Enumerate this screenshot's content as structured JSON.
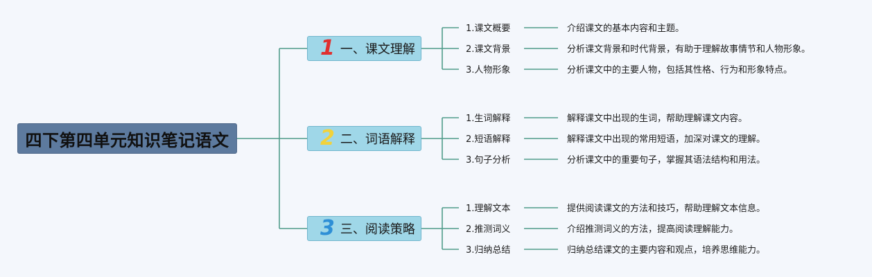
{
  "root": {
    "title": "四下第四单元知识笔记语文"
  },
  "branches": [
    {
      "number": "1",
      "label": "一、课文理解",
      "number_color": "#e0302f",
      "items": [
        {
          "label": "1.课文概要",
          "description": "介绍课文的基本内容和主题。"
        },
        {
          "label": "2.课文背景",
          "description": "分析课文背景和时代背景，有助于理解故事情节和人物形象。"
        },
        {
          "label": "3.人物形象",
          "description": "分析课文中的主要人物，包括其性格、行为和形象特点。"
        }
      ]
    },
    {
      "number": "2",
      "label": "二、词语解释",
      "number_color": "#f2d23a",
      "items": [
        {
          "label": "1.生词解释",
          "description": "解释课文中出现的生词，帮助理解课文内容。"
        },
        {
          "label": "2.短语解释",
          "description": "解释课文中出现的常用短语，加深对课文的理解。"
        },
        {
          "label": "3.句子分析",
          "description": "分析课文中的重要句子，掌握其语法结构和用法。"
        }
      ]
    },
    {
      "number": "3",
      "label": "三、阅读策略",
      "number_color": "#2e8fd6",
      "items": [
        {
          "label": "1.理解文本",
          "description": "提供阅读课文的方法和技巧，帮助理解文本信息。"
        },
        {
          "label": "2.推测词义",
          "description": "介绍推测词义的方法，提高阅读理解能力。"
        },
        {
          "label": "3.归纳总结",
          "description": "归纳总结课文的主要内容和观点，培养思维能力。"
        }
      ]
    }
  ],
  "colors": {
    "connector": "#4f9b8a",
    "root_bg": "#5d7a9e",
    "branch_bg": "#9fd7e8"
  }
}
